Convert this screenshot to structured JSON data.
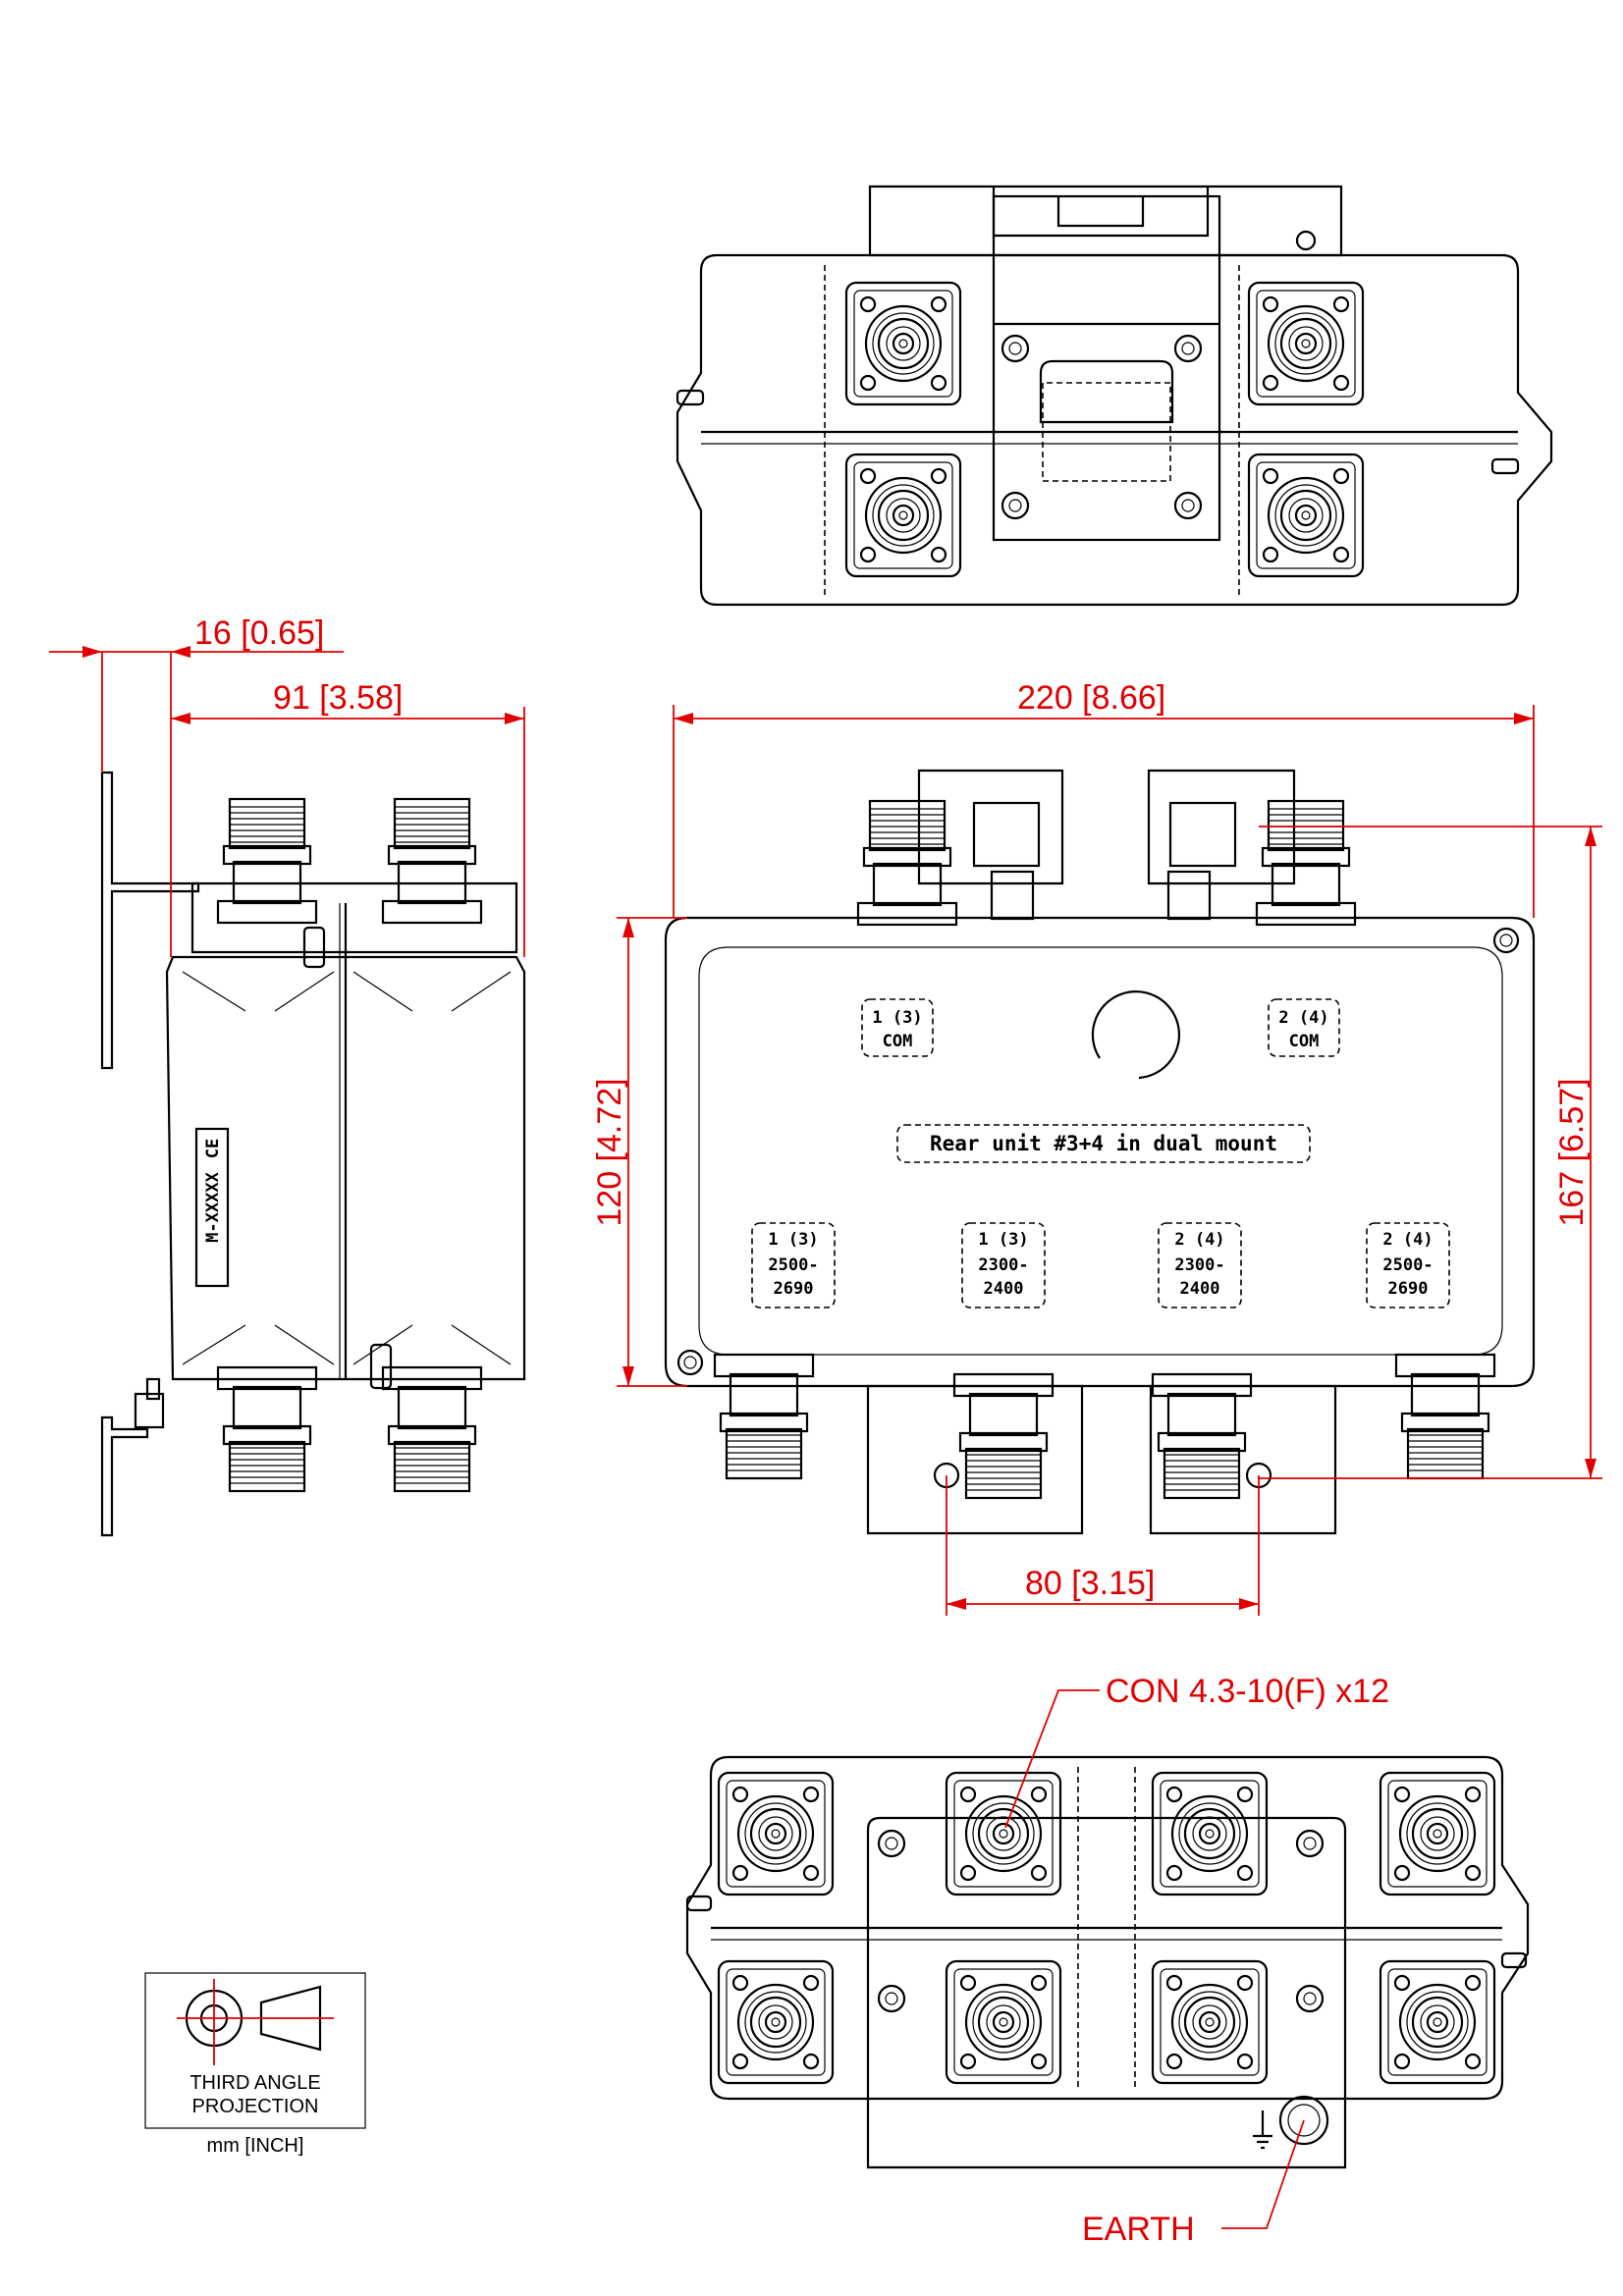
{
  "dimensions": {
    "offset_16": "16 [0.65]",
    "depth_91": "91 [3.58]",
    "width_220": "220 [8.66]",
    "height_120": "120 [4.72]",
    "height_167": "167 [6.57]",
    "spacing_80": "80 [3.15]"
  },
  "callouts": {
    "connector": "CON 4.3-10(F) x12",
    "earth": "EARTH"
  },
  "unit_markings": {
    "port_top_left_line1": "1 (3)",
    "port_top_left_line2": "COM",
    "port_top_right_line1": "2 (4)",
    "port_top_right_line2": "COM",
    "mount_note": "Rear unit #3+4 in dual mount",
    "port_b1_line1": "1 (3)",
    "port_b1_line2": "2500-",
    "port_b1_line3": "2690",
    "port_b2_line1": "1 (3)",
    "port_b2_line2": "2300-",
    "port_b2_line3": "2400",
    "port_b3_line1": "2 (4)",
    "port_b3_line2": "2300-",
    "port_b3_line3": "2400",
    "port_b4_line1": "2 (4)",
    "port_b4_line2": "2500-",
    "port_b4_line3": "2690"
  },
  "side_label": {
    "model": "M-XXXXX",
    "ce": "CE"
  },
  "projection": {
    "line1": "THIRD ANGLE",
    "line2": "PROJECTION",
    "units": "mm [INCH]"
  },
  "colors": {
    "dimension": "#e00000",
    "outline": "#000000"
  }
}
